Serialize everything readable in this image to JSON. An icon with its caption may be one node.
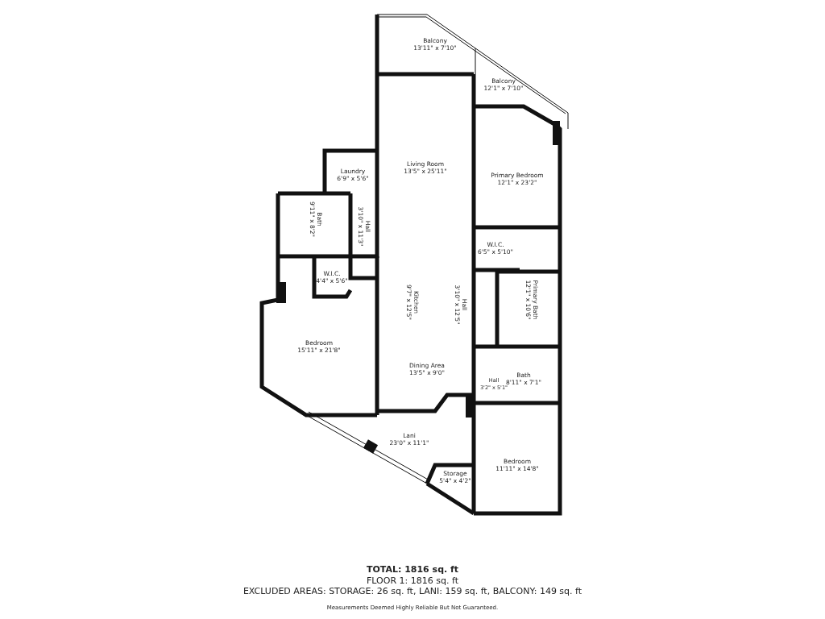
{
  "diagram": {
    "nodes": [
      {
        "text": [
          "Balcony",
          "13'11\" x 7'10\""
        ]
      },
      {
        "text": [
          "Balcony",
          "12'1\" x 7'10\""
        ]
      },
      {
        "text": [
          "Living Room",
          "13'5\" x 25'11\""
        ]
      },
      {
        "text": [
          "Laundry",
          "6'9\" x 5'6\""
        ]
      },
      {
        "text": [
          "Primary Bedroom",
          "12'1\" x 23'2\""
        ]
      },
      {
        "text": [
          "Bath",
          "9'11\" x 8'2\""
        ]
      },
      {
        "text": [
          "Hall",
          "3'10\" x 11'3\""
        ]
      },
      {
        "text": [
          "W.I.C.",
          "6'5\" x 5'10\""
        ]
      },
      {
        "text": [
          "W.I.C.",
          "4'4\" x 5'6\""
        ]
      },
      {
        "text": [
          "Kitchen",
          "9'7\" x 12'5\""
        ]
      },
      {
        "text": [
          "Hall",
          "3'10\" x 12'5\""
        ]
      },
      {
        "text": [
          "Primary Bath",
          "12'1\" x 10'6\""
        ]
      },
      {
        "text": [
          "Bedroom",
          "15'11\" x 21'8\""
        ]
      },
      {
        "text": [
          "Dining Area",
          "13'5\" x 9'0\""
        ]
      },
      {
        "text": [
          "Hall",
          "3'2\" x 5'1\""
        ]
      },
      {
        "text": [
          "Bath",
          "8'11\" x 7'1\""
        ]
      },
      {
        "text": [
          "Lani",
          "23'0\" x 11'1\""
        ]
      },
      {
        "text": [
          "Storage",
          "5'4\" x 4'2\""
        ]
      },
      {
        "text": [
          "Bedroom",
          "11'11\" x 14'8\""
        ]
      }
    ],
    "labels": [
      "TOTAL: 1816 sq. ft",
      "FLOOR 1: 1816 sq. ft",
      "EXCLUDED AREAS: STORAGE: 26 sq. ft, LANI: 159 sq. ft, BALCONY: 149 sq. ft",
      "Measurements Deemed Highly Reliable But Not Guaranteed."
    ]
  }
}
